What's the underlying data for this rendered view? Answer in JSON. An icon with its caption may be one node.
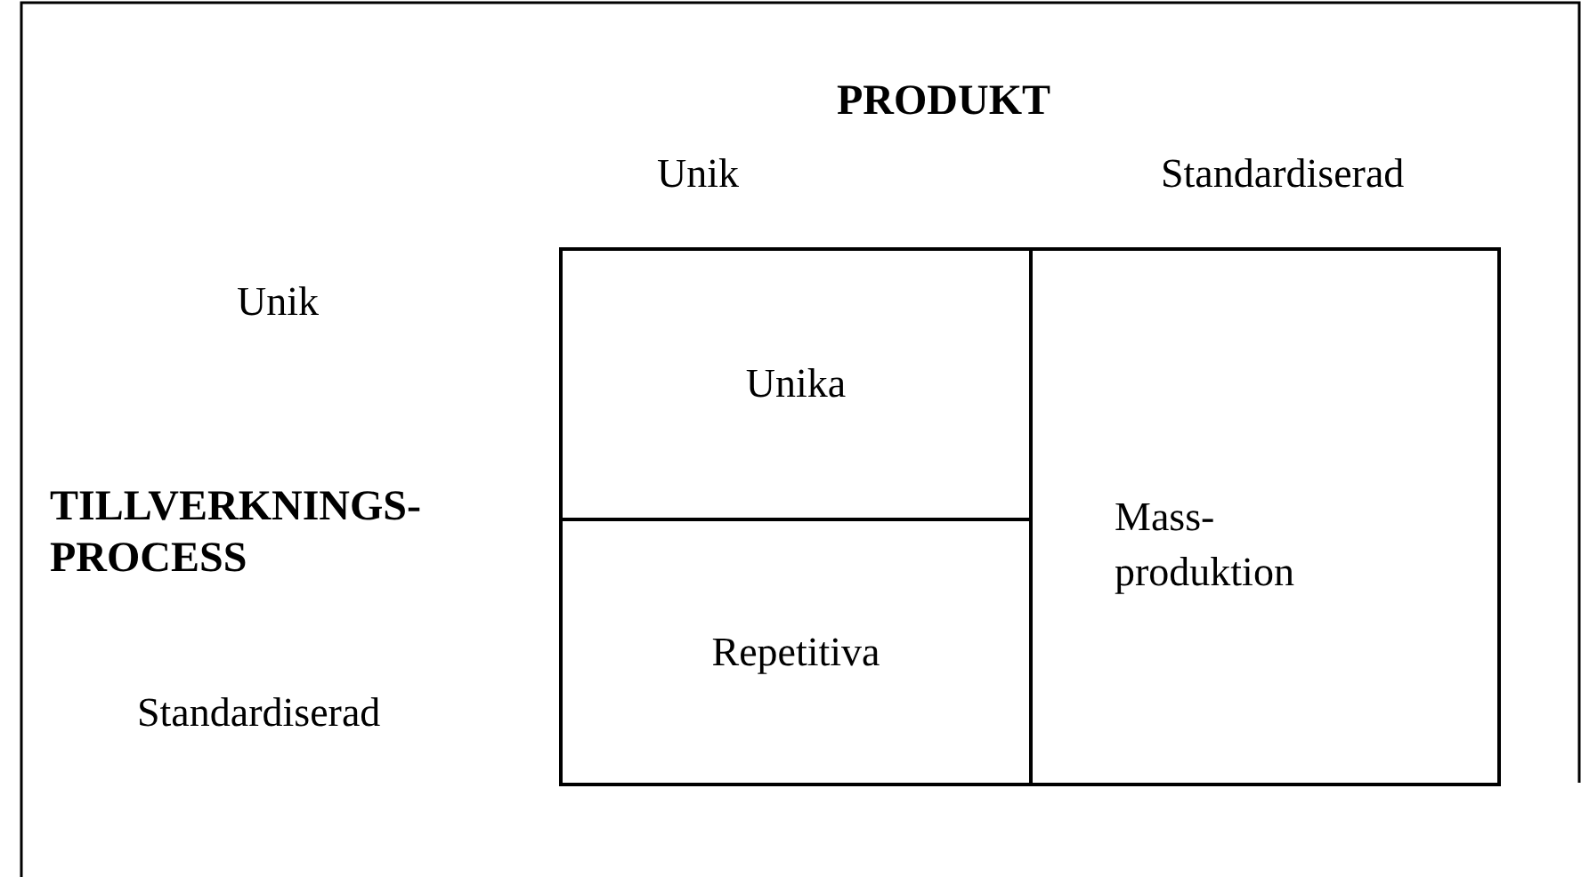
{
  "diagram": {
    "nodes": [
      {
        "text": [
          "Unika"
        ]
      },
      {
        "text": [
          "Repetitiva"
        ]
      },
      {
        "text": [
          "Mass- produktion"
        ]
      }
    ],
    "labels": [
      "PRODUKT",
      "Unik",
      "Standardiserad",
      "Unik",
      "TILLVERKNINGS- PROCESS",
      "Standardiserad"
    ]
  }
}
